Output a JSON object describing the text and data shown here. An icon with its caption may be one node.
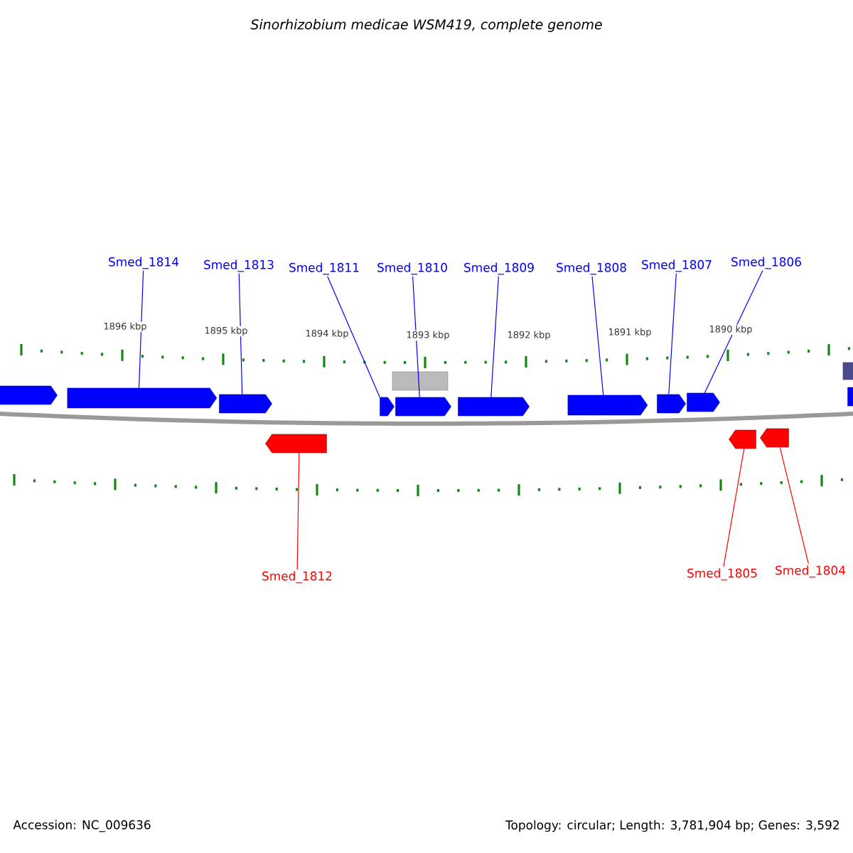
{
  "diagram": {
    "title": "Sinorhizobium medicae WSM419, complete genome",
    "nodes": [
      {
        "text": [
          "Smed_1814"
        ]
      },
      {
        "text": [
          "Smed_1813"
        ]
      },
      {
        "text": [
          "Smed_1811"
        ]
      },
      {
        "text": [
          "Smed_1810"
        ]
      },
      {
        "text": [
          "Smed_1809"
        ]
      },
      {
        "text": [
          "Smed_1808"
        ]
      },
      {
        "text": [
          "Smed_1807"
        ]
      },
      {
        "text": [
          "Smed_1806"
        ]
      },
      {
        "text": [
          "Smed_1812"
        ]
      },
      {
        "text": [
          "Smed_1805"
        ]
      },
      {
        "text": [
          "Smed_1804"
        ]
      },
      {
        "text": [],
        "shape": "arrow"
      },
      {
        "text": [],
        "shape": "arrow"
      },
      {
        "text": [],
        "shape": "arrow"
      },
      {
        "text": [],
        "shape": "arrow"
      },
      {
        "text": [],
        "shape": "arrow"
      },
      {
        "text": [],
        "shape": "box"
      },
      {
        "text": [],
        "shape": "arrow"
      },
      {
        "text": [],
        "shape": "arrow"
      },
      {
        "text": [],
        "shape": "arrow"
      },
      {
        "text": [],
        "shape": "arrow"
      },
      {
        "text": [],
        "shape": "arrow"
      },
      {
        "text": [],
        "shape": "arrow"
      },
      {
        "text": [],
        "shape": "arrow"
      },
      {
        "text": [],
        "shape": "box"
      },
      {
        "text": [],
        "shape": "arrow"
      }
    ],
    "edges": [
      {
        "from": 0,
        "to": 12,
        "arrow": "none"
      },
      {
        "from": 1,
        "to": 13,
        "arrow": "none"
      },
      {
        "from": 2,
        "to": 15,
        "arrow": "none"
      },
      {
        "from": 3,
        "to": 17,
        "arrow": "none"
      },
      {
        "from": 4,
        "to": 18,
        "arrow": "none"
      },
      {
        "from": 5,
        "to": 19,
        "arrow": "none"
      },
      {
        "from": 6,
        "to": 20,
        "arrow": "none"
      },
      {
        "from": 7,
        "to": 21,
        "arrow": "none"
      },
      {
        "from": 8,
        "to": 14,
        "arrow": "none",
        "color": "#ff0000"
      },
      {
        "from": 9,
        "to": 22,
        "arrow": "none",
        "color": "#ff0000"
      },
      {
        "from": 10,
        "to": 23,
        "arrow": "none",
        "color": "#ff0000"
      }
    ],
    "labels": [
      "1896 kbp",
      "1895 kbp",
      "1894 kbp",
      "1893 kbp",
      "1892 kbp",
      "1891 kbp",
      "1890 kbp",
      "Accession: NC_009636",
      "Topology: circular; Length: 3,781,904 bp; Genes: 3,592"
    ]
  }
}
